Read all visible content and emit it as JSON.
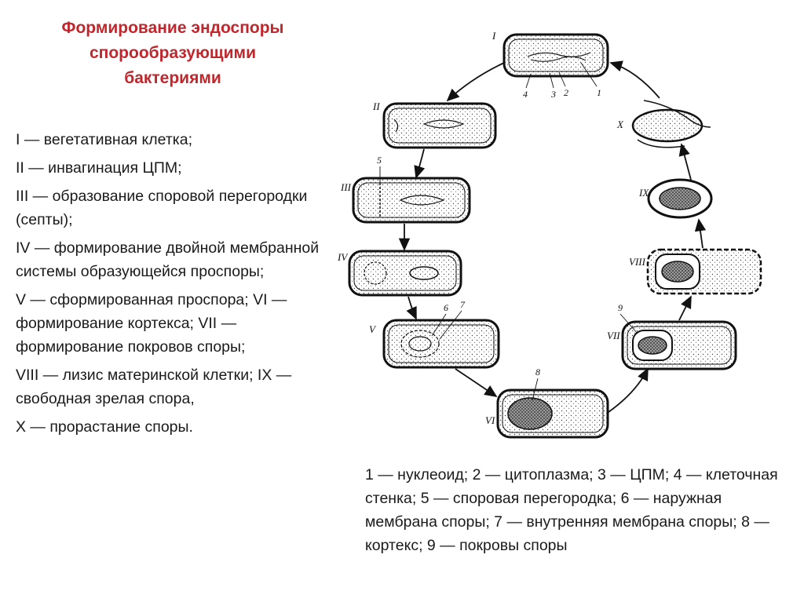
{
  "title": {
    "line1": "Формирование эндоспоры",
    "line2": "спорообразующими",
    "line3": "бактериями"
  },
  "stages": [
    "I — вегетативная клетка;",
    "II — инвагинация ЦПМ;",
    "III — образование споровой перегородки (септы);",
    "IV — формирование двойной мембранной системы образующейся проспоры;",
    "V — сформированная проспора; VI — формирование кортекса; VII — формирование покровов споры;",
    "VIII — лизис материнской клетки; IX — свободная зрелая спора,",
    "X — прорастание споры."
  ],
  "legend": "1 — нуклеоид; 2 — цитоплазма; 3 — ЦПМ; 4 — клеточная стенка; 5 — споровая перегородка; 6 — наружная мембрана споры; 7 — внутренняя мембрана споры; 8 — кортекс; 9 — покровы споры",
  "diagram": {
    "stage_labels": [
      "I",
      "II",
      "III",
      "IV",
      "V",
      "VI",
      "VII",
      "VIII",
      "IX",
      "X"
    ],
    "part_numbers": [
      "1",
      "2",
      "3",
      "4",
      "5",
      "6",
      "7",
      "8",
      "9"
    ]
  }
}
